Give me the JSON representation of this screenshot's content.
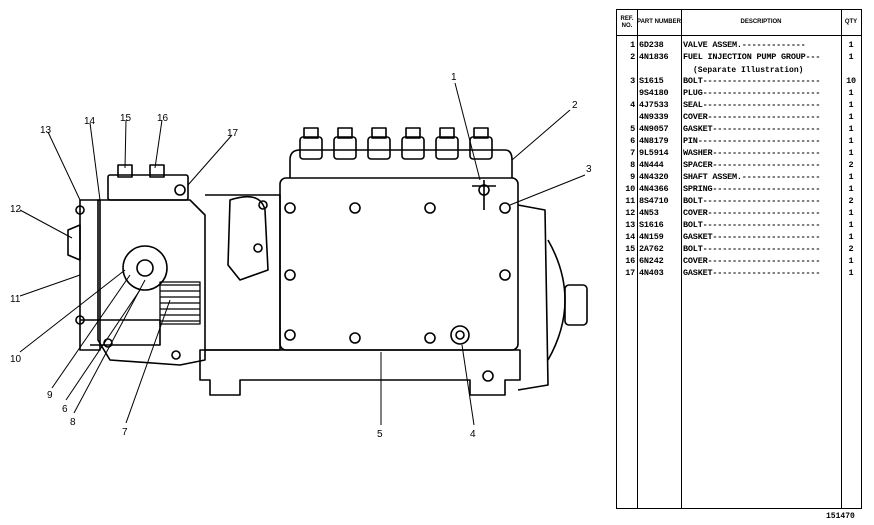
{
  "callouts": [
    "1",
    "2",
    "3",
    "4",
    "5",
    "6",
    "7",
    "8",
    "9",
    "10",
    "11",
    "12",
    "13",
    "14",
    "15",
    "16",
    "17"
  ],
  "table": {
    "headers": {
      "ref": "REF. NO.",
      "part": "PART NUMBER",
      "desc": "DESCRIPTION",
      "qty": "QTY"
    },
    "rows": [
      {
        "ref": "1",
        "part": "6D238",
        "desc": "VALVE ASSEM.-------------",
        "qty": "1"
      },
      {
        "ref": "2",
        "part": "4N1836",
        "desc": "FUEL INJECTION PUMP GROUP---",
        "qty": "1"
      },
      {
        "ref": "3",
        "part": "S1615",
        "desc": "BOLT------------------------",
        "qty": "10"
      },
      {
        "ref": "",
        "part": "9S4180",
        "desc": "PLUG------------------------",
        "qty": "1"
      },
      {
        "ref": "4",
        "part": "4J7533",
        "desc": "SEAL------------------------",
        "qty": "1"
      },
      {
        "ref": "",
        "part": "4N9339",
        "desc": "COVER-----------------------",
        "qty": "1"
      },
      {
        "ref": "5",
        "part": "4N9057",
        "desc": "GASKET----------------------",
        "qty": "1"
      },
      {
        "ref": "6",
        "part": "4N8179",
        "desc": "PIN-------------------------",
        "qty": "1"
      },
      {
        "ref": "7",
        "part": "9L5914",
        "desc": "WASHER----------------------",
        "qty": "1"
      },
      {
        "ref": "8",
        "part": "4N444",
        "desc": "SPACER----------------------",
        "qty": "2"
      },
      {
        "ref": "9",
        "part": "4N4320",
        "desc": "SHAFT ASSEM.----------------",
        "qty": "1"
      },
      {
        "ref": "10",
        "part": "4N4366",
        "desc": "SPRING----------------------",
        "qty": "1"
      },
      {
        "ref": "11",
        "part": "8S4710",
        "desc": "BOLT------------------------",
        "qty": "2"
      },
      {
        "ref": "12",
        "part": "4N53",
        "desc": "COVER-----------------------",
        "qty": "1"
      },
      {
        "ref": "13",
        "part": "S1616",
        "desc": "BOLT------------------------",
        "qty": "1"
      },
      {
        "ref": "14",
        "part": "4N159",
        "desc": "GASKET----------------------",
        "qty": "1"
      },
      {
        "ref": "15",
        "part": "2A762",
        "desc": "BOLT------------------------",
        "qty": "2"
      },
      {
        "ref": "16",
        "part": "6N242",
        "desc": "COVER-----------------------",
        "qty": "1"
      },
      {
        "ref": "17",
        "part": "4N403",
        "desc": "GASKET----------------------",
        "qty": "1"
      }
    ],
    "note": "(Separate Illustration)"
  },
  "figure_id": "151470"
}
